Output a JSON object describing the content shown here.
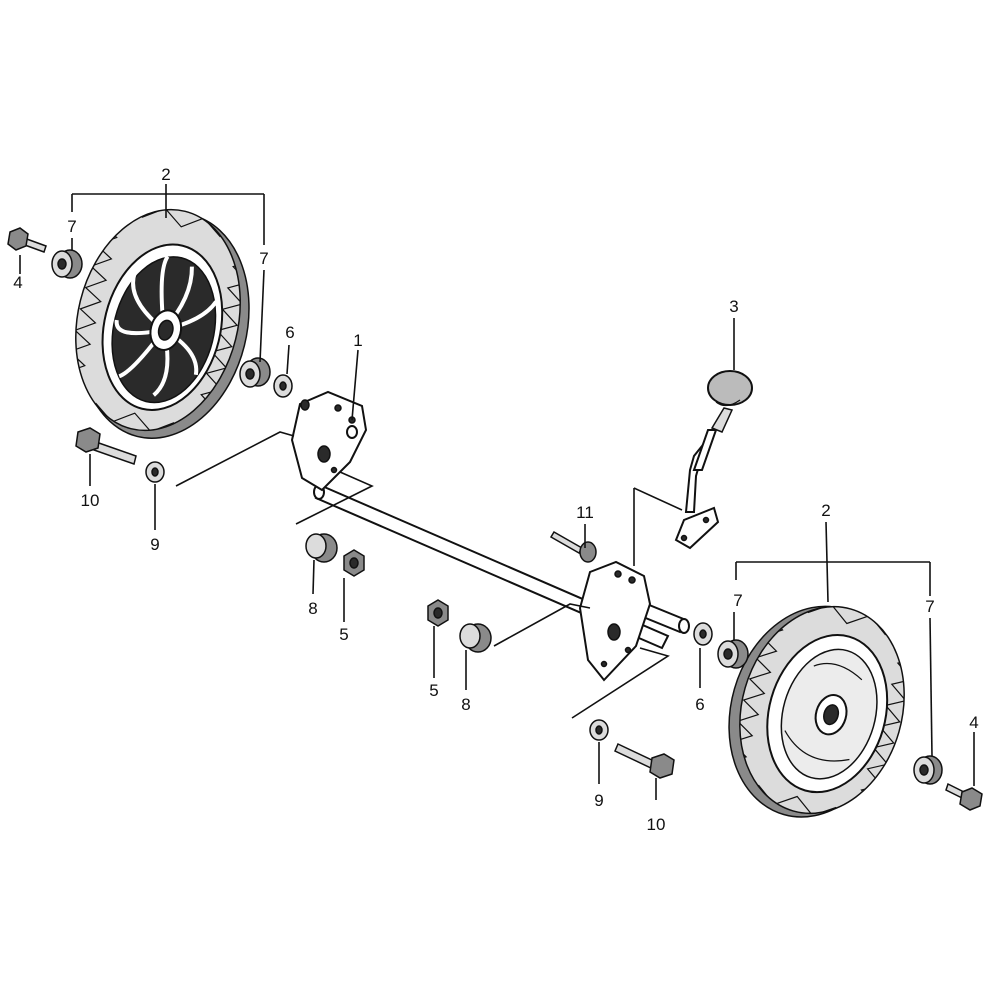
{
  "callouts": {
    "c1": "1",
    "c2_left": "2",
    "c2_right": "2",
    "c3": "3",
    "c4_left": "4",
    "c4_right": "4",
    "c5_left": "5",
    "c5_right": "5",
    "c6_left": "6",
    "c6_right": "6",
    "c7_left_a": "7",
    "c7_left_b": "7",
    "c7_right_a": "7",
    "c7_right_b": "7",
    "c8_left": "8",
    "c8_right": "8",
    "c9_left": "9",
    "c9_right": "9",
    "c10_left": "10",
    "c10_right": "10",
    "c11": "11"
  }
}
